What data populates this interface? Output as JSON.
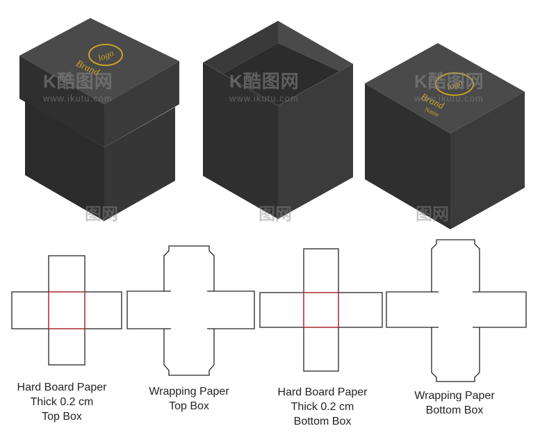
{
  "boxes": {
    "lid_logo_text": "logo",
    "lid_brand_text": "Brand",
    "bottom_logo_text": "logo",
    "bottom_brand_text": "Brand",
    "bottom_name_text": "Name"
  },
  "watermark": {
    "logo": "K酷图网",
    "url": "www.ikutu.com",
    "fragment": "图网"
  },
  "captions": [
    {
      "lines": [
        "Hard Board Paper",
        "Thick 0.2 cm",
        "Top Box"
      ]
    },
    {
      "lines": [
        "Wrapping Paper",
        "Top Box"
      ]
    },
    {
      "lines": [
        "Hard Board Paper",
        "Thick 0.2 cm",
        "Bottom Box"
      ]
    },
    {
      "lines": [
        "Wrapping Paper",
        "Bottom Box"
      ]
    }
  ],
  "colors": {
    "box_top": "#4a4a4a",
    "box_left": "#303030",
    "box_right": "#3c3c3c",
    "gold": "#c9a227",
    "outline": "#222222",
    "red_base": "#c0272d"
  }
}
